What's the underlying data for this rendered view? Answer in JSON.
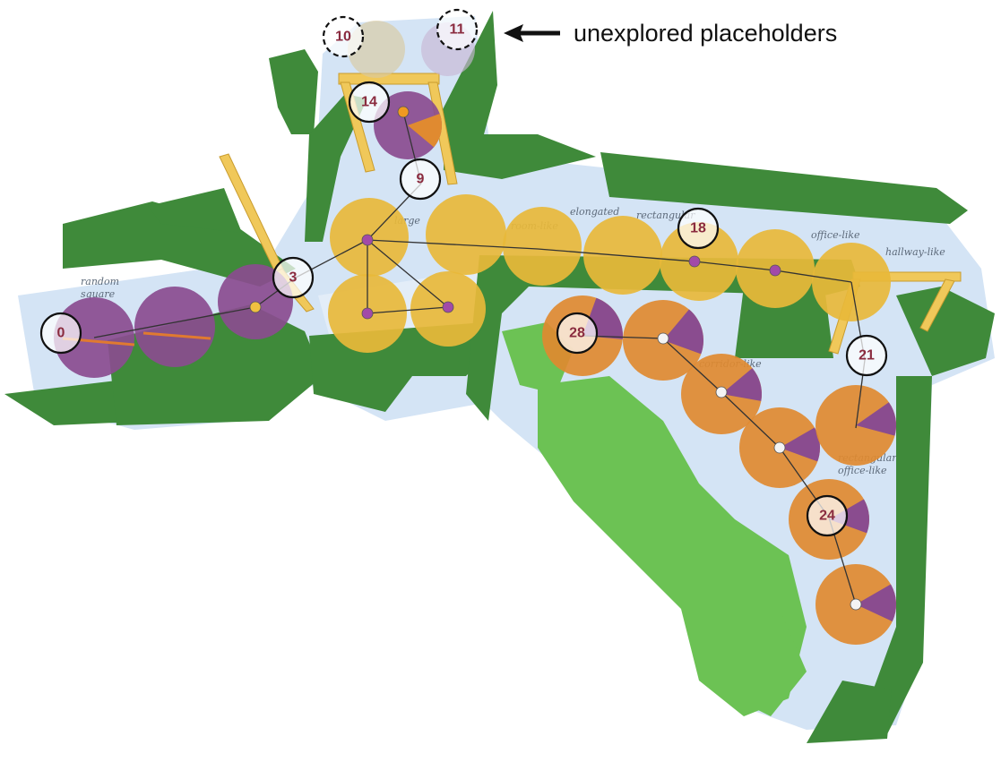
{
  "annotation": {
    "text": "unexplored placeholders"
  },
  "nodes": [
    {
      "id": "0",
      "type": "explored"
    },
    {
      "id": "3",
      "type": "explored"
    },
    {
      "id": "9",
      "type": "explored"
    },
    {
      "id": "10",
      "type": "placeholder"
    },
    {
      "id": "11",
      "type": "placeholder"
    },
    {
      "id": "14",
      "type": "explored"
    },
    {
      "id": "18",
      "type": "explored"
    },
    {
      "id": "21",
      "type": "explored"
    },
    {
      "id": "24",
      "type": "explored"
    },
    {
      "id": "28",
      "type": "explored"
    }
  ],
  "region_labels": [
    "random",
    "square",
    "large",
    "elongated",
    "rectangular",
    "corridor-like",
    "room-like",
    "office-like",
    "hallway-like"
  ],
  "colors": {
    "wall_green": "#3f8a3a",
    "wall_light_green": "#6cc254",
    "floor_blue": "#d4e4f5",
    "node_purple": "#8a4c8f",
    "node_yellow": "#e8b83a",
    "node_orange": "#e08a30",
    "door_yellow": "#f0c85a",
    "label_text": "#8a2b3f"
  }
}
